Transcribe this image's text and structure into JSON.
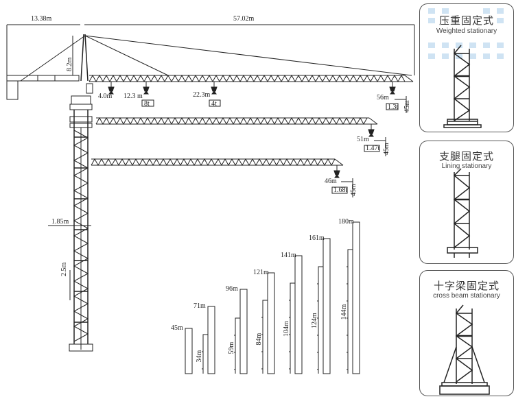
{
  "dimensions": {
    "counter_jib_length": "13.38m",
    "jib_length": "57.02m",
    "tower_head_height": "8.2m",
    "mast_width": "1.85m",
    "section_height": "2.5m"
  },
  "main_jib": {
    "loads": [
      {
        "radius": "4.0m",
        "capacity": ""
      },
      {
        "radius": "12.3 m",
        "capacity": "8t"
      },
      {
        "radius": "22.3m",
        "capacity": "4t"
      },
      {
        "radius": "56m",
        "capacity": "1.3t",
        "height": "45m"
      }
    ]
  },
  "alt_jibs": [
    {
      "radius": "51m",
      "capacity": "1.47t",
      "height": "45m"
    },
    {
      "radius": "46m",
      "capacity": "1.68t",
      "height": "45m"
    }
  ],
  "heights": [
    {
      "total": "45m",
      "anchor": ""
    },
    {
      "total": "71m",
      "anchor": "34m"
    },
    {
      "total": "96m",
      "anchor": "59m"
    },
    {
      "total": "121m",
      "anchor": "84m"
    },
    {
      "total": "141m",
      "anchor": "104m"
    },
    {
      "total": "161m",
      "anchor": "124m"
    },
    {
      "total": "180m",
      "anchor": "144m"
    }
  ],
  "foundations": [
    {
      "title": "压重固定式",
      "subtitle": "Weighted  stationary"
    },
    {
      "title": "支腿固定式",
      "subtitle": "Lining stationary"
    },
    {
      "title": "十字梁固定式",
      "subtitle": "cross beam stationary"
    }
  ],
  "colors": {
    "line": "#222222",
    "panel_pattern": "#cfe3f3"
  }
}
